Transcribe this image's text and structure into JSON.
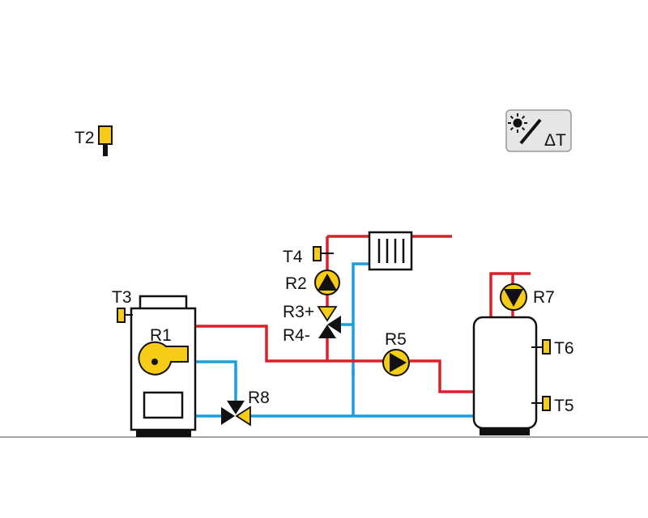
{
  "labels": {
    "t2": "T2",
    "t3": "T3",
    "t4": "T4",
    "t5": "T5",
    "t6": "T6",
    "r1": "R1",
    "r2": "R2",
    "r3": "R3+",
    "r4": "R4-",
    "r5": "R5",
    "r7": "R7",
    "r8": "R8"
  },
  "solar_badge": {
    "icon": "sun-collector-icon",
    "text": "ΔT"
  },
  "colors": {
    "hot_pipe": "#d9202b",
    "cold_pipe": "#1b9fdc",
    "component_yellow": "#f7cc17",
    "outline": "#111111",
    "badge_bg": "#e6e6e6"
  }
}
